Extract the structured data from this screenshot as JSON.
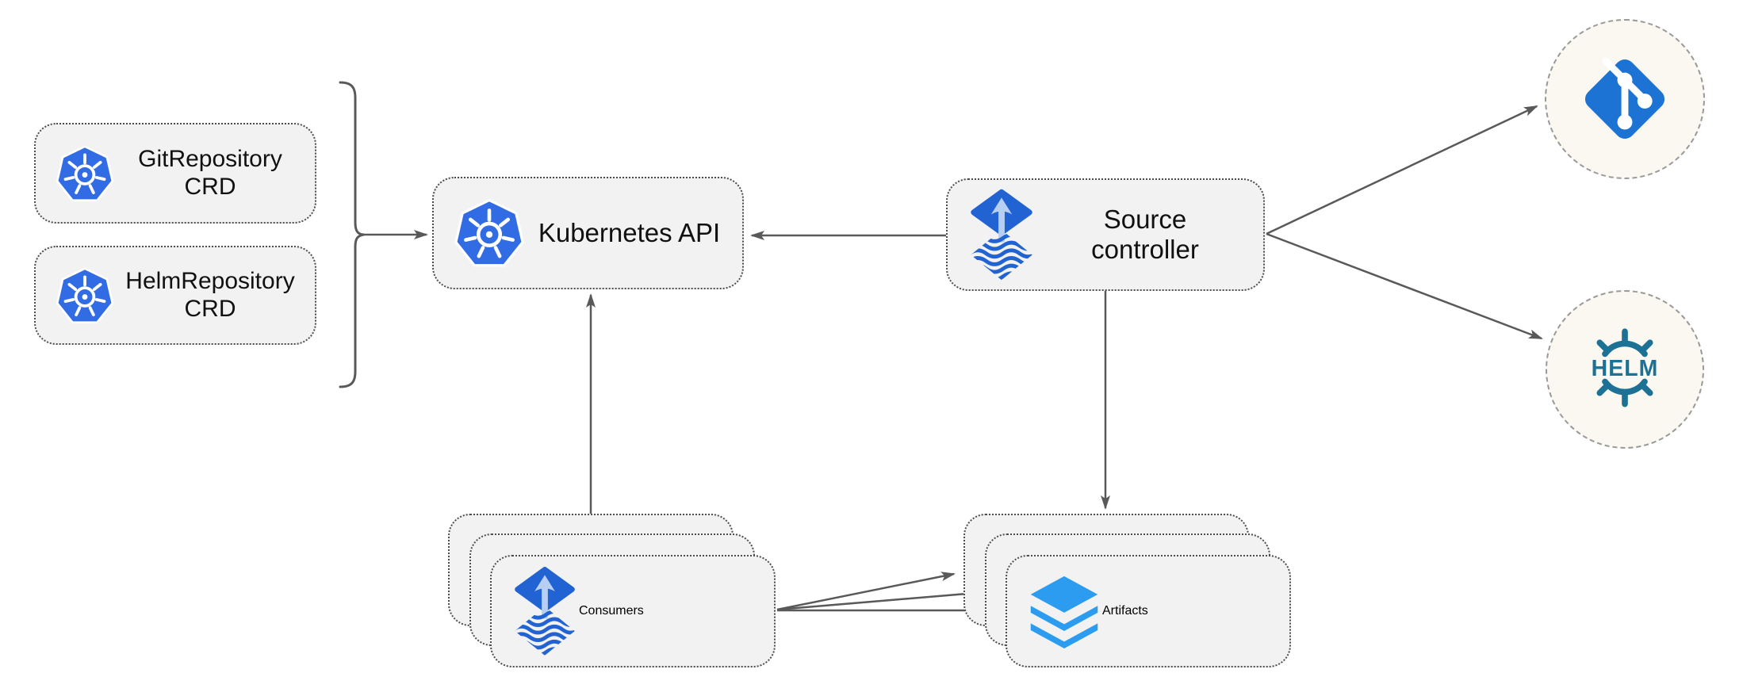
{
  "nodes": {
    "gitrepo_crd": {
      "line1": "GitRepository",
      "line2": "CRD",
      "icon": "kubernetes-icon"
    },
    "helmrepo_crd": {
      "line1": "HelmRepository",
      "line2": "CRD",
      "icon": "kubernetes-icon"
    },
    "kubernetes_api": {
      "label": "Kubernetes API",
      "icon": "kubernetes-icon"
    },
    "source_controller": {
      "line1": "Source",
      "line2": "controller",
      "icon": "flux-source-icon"
    },
    "consumers": {
      "label": "Consumers",
      "icon": "flux-source-icon",
      "stacked": true
    },
    "artifacts": {
      "label": "Artifacts",
      "icon": "layers-icon",
      "stacked": true
    },
    "git_endpoint": {
      "icon": "git-icon"
    },
    "helm_endpoint": {
      "icon": "helm-icon",
      "icon_text": "HELM"
    }
  },
  "edges": [
    {
      "from": "gitrepo_crd+helmrepo_crd",
      "to": "kubernetes_api",
      "via": "brace"
    },
    {
      "from": "source_controller",
      "to": "kubernetes_api"
    },
    {
      "from": "source_controller",
      "to": "git_endpoint"
    },
    {
      "from": "source_controller",
      "to": "helm_endpoint"
    },
    {
      "from": "source_controller",
      "to": "artifacts"
    },
    {
      "from": "consumers",
      "to": "kubernetes_api"
    },
    {
      "from": "consumers",
      "to": "artifacts",
      "count": 3
    }
  ],
  "colors": {
    "background": "#ffffff",
    "box_fill": "#f2f2f2",
    "box_border": "#4d4d4d",
    "circle_fill": "#faf8f1",
    "circle_border": "#999999",
    "arrow_gray": "#595959",
    "text_color": "#111111",
    "kubernetes_blue": "#326ce5",
    "flux_blue": "#2263d3",
    "flux_arrow_light": "#b7cff2",
    "git_blue": "#1d73d3",
    "helm_teal": "#1d7195",
    "layers_blue": "#2b9cf0"
  }
}
